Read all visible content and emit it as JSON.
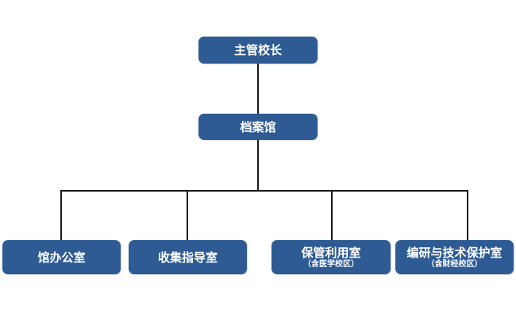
{
  "org_chart": {
    "root": {
      "label": "主管校长"
    },
    "archive": {
      "label": "档案馆"
    },
    "departments": [
      {
        "label": "馆办公室",
        "sub": ""
      },
      {
        "label": "收集指导室",
        "sub": ""
      },
      {
        "label": "保管利用室",
        "sub": "（含医学校区）"
      },
      {
        "label": "编研与技术保护室",
        "sub": "（含财经校区）"
      }
    ]
  },
  "colors": {
    "node_fill": "#2e5b94",
    "node_text": "#ffffff",
    "connector": "#1a1a1a",
    "background": "#ffffff"
  }
}
